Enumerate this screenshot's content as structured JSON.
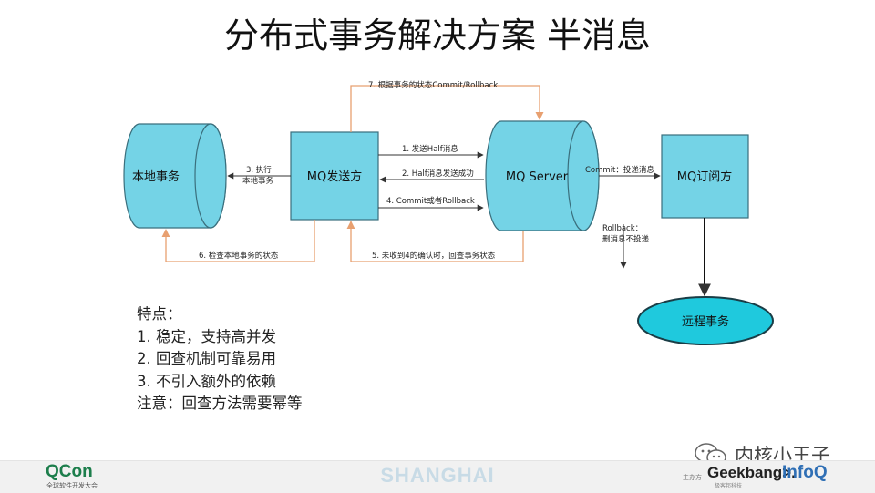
{
  "title": "分布式事务解决方案 半消息",
  "diagram": {
    "nodes": {
      "local_tx": "本地事务",
      "producer": "MQ发送方",
      "server": "MQ Server",
      "subscriber": "MQ订阅方",
      "remote_tx": "远程事务"
    },
    "edges": {
      "e1": "1. 发送Half消息",
      "e2": "2. Half消息发送成功",
      "e3_line1": "3. 执行",
      "e3_line2": "本地事务",
      "e4": "4. Commit或者Rollback",
      "e5": "5. 未收到4的确认时，回查事务状态",
      "e6": "6. 检查本地事务的状态",
      "e7": "7. 根据事务的状态Commit/Rollback",
      "commit": "Commit：投递消息",
      "rollback_line1": "Rollback：",
      "rollback_line2": "删消息不投递"
    }
  },
  "notes": {
    "heading": "特点：",
    "item1": "1.  稳定，支持高并发",
    "item2": "2.  回查机制可靠易用",
    "item3": "3.  不引入额外的依赖",
    "caution": "注意：回查方法需要幂等"
  },
  "footer": {
    "qcon": "QCon",
    "qcon_sub": "全球软件开发大会",
    "city": "SHANGHAI",
    "host_label": "主办方",
    "geekbang": "Geekbang>.",
    "geekbang_sub": "极客邦科技",
    "infoq": "InfoQ"
  },
  "watermark": {
    "icon": "wechat-icon",
    "text": "内核小王子"
  },
  "colors": {
    "node_fill": "#74d3e6",
    "arrow_orange": "#e8a070",
    "arrow_dark": "#333333"
  }
}
